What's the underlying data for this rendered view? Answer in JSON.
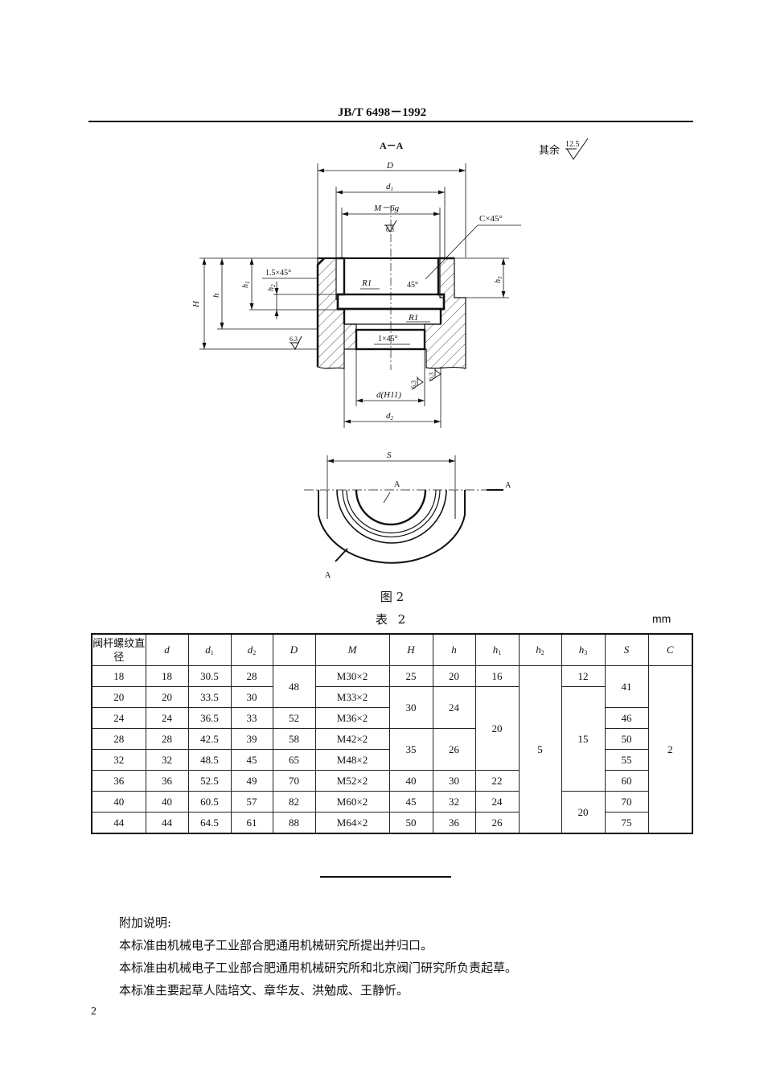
{
  "header": {
    "title": "JB/T  6498－1992"
  },
  "drawing": {
    "section_label": "A－A",
    "roughness_note": "其余",
    "roughness_default": "12.5",
    "dims": {
      "D": "D",
      "d1": "d",
      "d1_sub": "1",
      "M": "M－6g",
      "M_rough": "6.3",
      "chamfer": "C×45°",
      "chamfer_small": "1.5×45°",
      "angle": "45°",
      "r1_top": "R1",
      "r1_bottom": "R1",
      "chamfer_bottom": "1×45°",
      "H": "H",
      "h": "h",
      "h1": "h",
      "h1_sub": "1",
      "h2": "h",
      "h2_sub": "2",
      "h3": "h",
      "h3_sub": "3",
      "rough_left": "6.3",
      "rough_bore1": "6.3",
      "rough_bore2": "6.3",
      "d_h11": "d(H11)",
      "d2": "d",
      "d2_sub": "2",
      "S": "S",
      "section_a1": "A",
      "section_a2": "A",
      "section_a3": "A"
    }
  },
  "figure_caption": "图 2",
  "table_caption": "表 2",
  "table_unit": "mm",
  "table": {
    "headers": [
      {
        "main": "阀杆螺纹直径",
        "sub": ""
      },
      {
        "main": "d",
        "sub": ""
      },
      {
        "main": "d",
        "sub": "1"
      },
      {
        "main": "d",
        "sub": "2"
      },
      {
        "main": "D",
        "sub": ""
      },
      {
        "main": "M",
        "sub": ""
      },
      {
        "main": "H",
        "sub": ""
      },
      {
        "main": "h",
        "sub": ""
      },
      {
        "main": "h",
        "sub": "1"
      },
      {
        "main": "h",
        "sub": "2"
      },
      {
        "main": "h",
        "sub": "3"
      },
      {
        "main": "S",
        "sub": ""
      },
      {
        "main": "C",
        "sub": ""
      }
    ],
    "rows": [
      {
        "dia": "18",
        "d": "18",
        "d1": "30.5",
        "d2": "28",
        "M": "M30×2"
      },
      {
        "dia": "20",
        "d": "20",
        "d1": "33.5",
        "d2": "30",
        "M": "M33×2"
      },
      {
        "dia": "24",
        "d": "24",
        "d1": "36.5",
        "d2": "33",
        "M": "M36×2"
      },
      {
        "dia": "28",
        "d": "28",
        "d1": "42.5",
        "d2": "39",
        "M": "M42×2"
      },
      {
        "dia": "32",
        "d": "32",
        "d1": "48.5",
        "d2": "45",
        "M": "M48×2"
      },
      {
        "dia": "36",
        "d": "36",
        "d1": "52.5",
        "d2": "49",
        "M": "M52×2"
      },
      {
        "dia": "40",
        "d": "40",
        "d1": "60.5",
        "d2": "57",
        "M": "M60×2"
      },
      {
        "dia": "44",
        "d": "44",
        "d1": "64.5",
        "d2": "61",
        "M": "M64×2"
      }
    ],
    "merged": {
      "D_18_20": "48",
      "D_24": "52",
      "D_28": "58",
      "D_32": "65",
      "D_36": "70",
      "D_40": "82",
      "D_44": "88",
      "H_18": "25",
      "H_20_24": "30",
      "H_28_32": "35",
      "H_36": "40",
      "H_40": "45",
      "H_44": "50",
      "h_18": "20",
      "h_20_24": "24",
      "h_28_32": "26",
      "h_36": "30",
      "h_40": "32",
      "h_44": "36",
      "h1_18": "16",
      "h1_20_32": "20",
      "h1_36": "22",
      "h1_40": "24",
      "h1_44": "26",
      "h2_all": "5",
      "h3_18": "12",
      "h3_20_36": "15",
      "h3_40_44": "20",
      "S_18_20": "41",
      "S_24": "46",
      "S_28": "50",
      "S_32": "55",
      "S_36": "60",
      "S_40": "70",
      "S_44": "75",
      "C_all": "2"
    }
  },
  "notes": {
    "title": "附加说明:",
    "lines": [
      "本标准由机械电子工业部合肥通用机械研究所提出并归口。",
      "本标准由机械电子工业部合肥通用机械研究所和北京阀门研究所负责起草。",
      "本标准主要起草人陆培文、章华友、洪勉成、王静忻。"
    ]
  },
  "page_number": "2"
}
